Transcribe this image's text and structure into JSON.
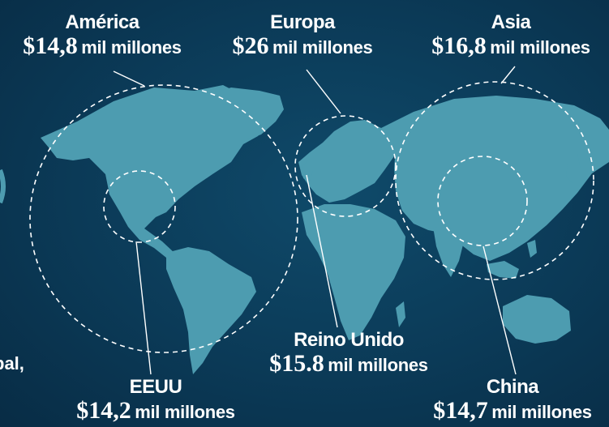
{
  "regions": [
    {
      "id": "america",
      "name": "América",
      "amount": "$14,8",
      "unit": "mil millones"
    },
    {
      "id": "europa",
      "name": "Europa",
      "amount": "$26",
      "unit": "mil millones"
    },
    {
      "id": "asia",
      "name": "Asia",
      "amount": "$16,8",
      "unit": "mil millones"
    },
    {
      "id": "reino_unido",
      "name": "Reino Unido",
      "amount": "$15.8",
      "unit": "mil millones"
    },
    {
      "id": "eeuu",
      "name": "EEUU",
      "amount": "$14,2",
      "unit": "mil millones"
    },
    {
      "id": "china",
      "name": "China",
      "amount": "$14,7",
      "unit": "mil millones"
    }
  ],
  "partial_text": "bal,",
  "colors": {
    "background": "#0b3a57",
    "land": "#4d9cb0",
    "outline": "#ffffff"
  }
}
